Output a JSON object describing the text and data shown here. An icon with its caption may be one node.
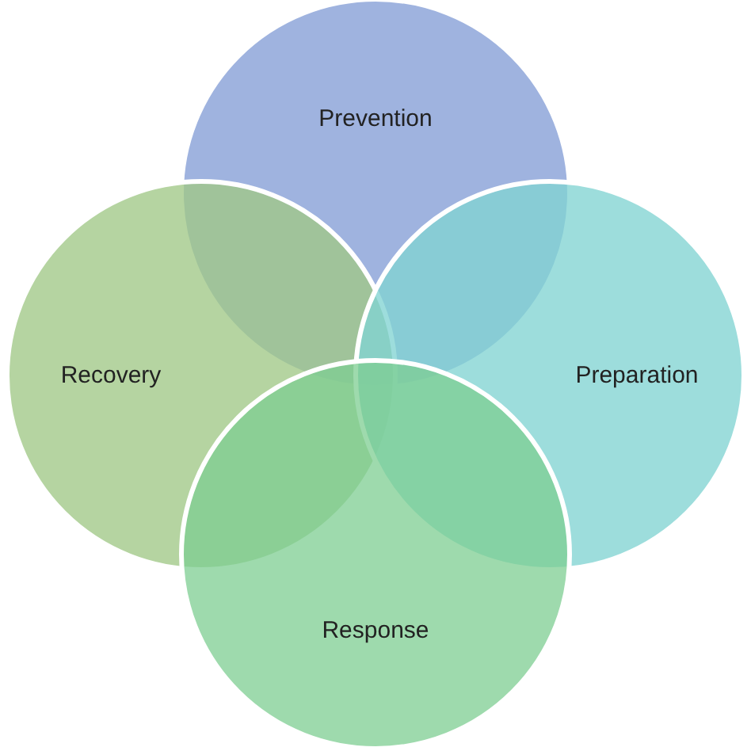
{
  "diagram": {
    "nodes": [
      {
        "text": [
          "Prevention"
        ]
      },
      {
        "text": [
          "Recovery"
        ]
      },
      {
        "text": [
          "Preparation"
        ]
      },
      {
        "text": [
          "Response"
        ]
      }
    ]
  }
}
